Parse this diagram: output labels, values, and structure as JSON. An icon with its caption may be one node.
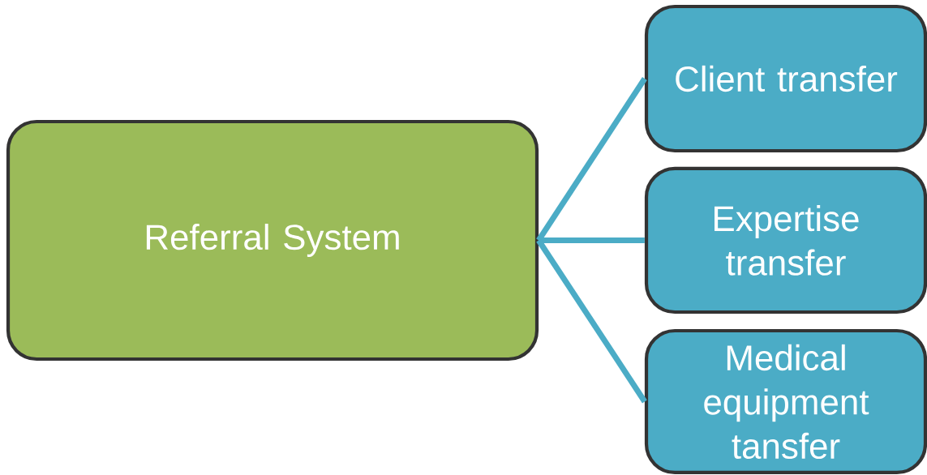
{
  "diagram": {
    "nodes": [
      {
        "text": [
          "Referral System"
        ]
      },
      {
        "text": [
          "Client transfer"
        ]
      },
      {
        "text": [
          "Expertise transfer"
        ]
      },
      {
        "text": [
          "Medical equipment tansfer"
        ]
      }
    ],
    "edges": [
      {
        "from": 0,
        "to": 1,
        "arrow": "none"
      },
      {
        "from": 0,
        "to": 2,
        "arrow": "none"
      },
      {
        "from": 0,
        "to": 3,
        "arrow": "none"
      }
    ]
  }
}
